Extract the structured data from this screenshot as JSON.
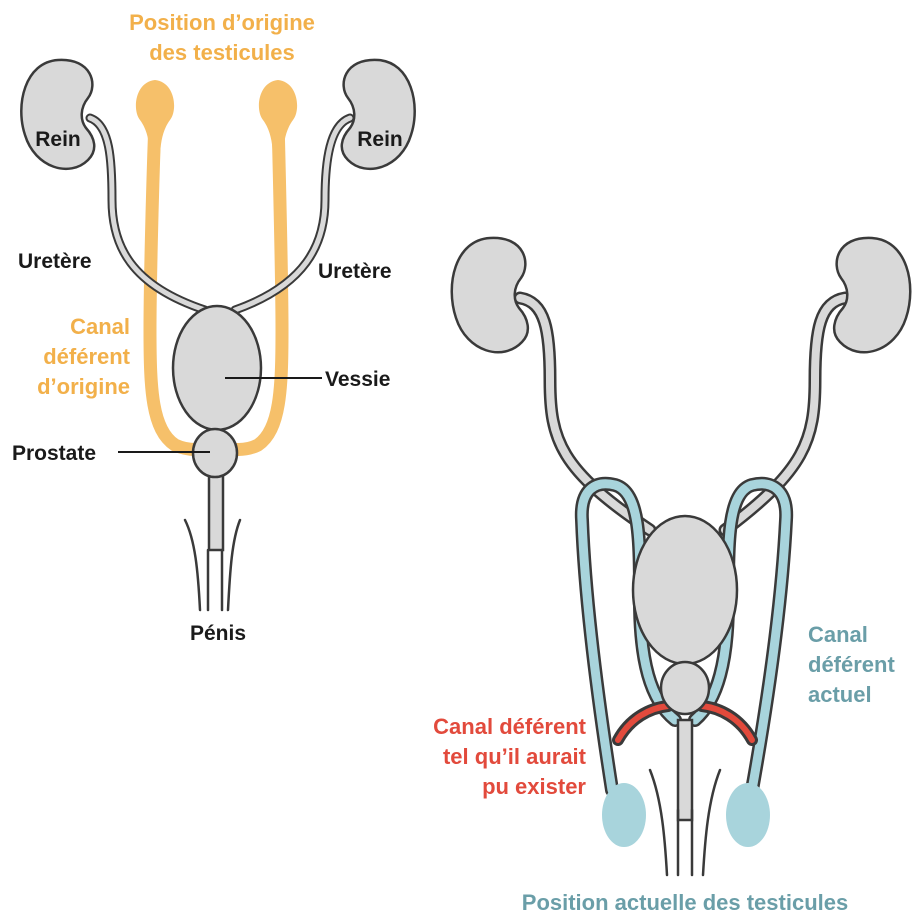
{
  "colors": {
    "organ_fill": "#d9d9d9",
    "organ_stroke": "#3a3a3a",
    "orange": "#f6c06a",
    "blue": "#a8d4dc",
    "red": "#e24a3c",
    "text_dark": "#1a1a1a"
  },
  "left_diagram": {
    "title_line1": "Position d’origine",
    "title_line2": "des testicules",
    "kidney_left": "Rein",
    "kidney_right": "Rein",
    "ureter_left": "Uretère",
    "ureter_right": "Uretère",
    "canal_line1": "Canal",
    "canal_line2": "déférent",
    "canal_line3": "d’origine",
    "bladder": "Vessie",
    "prostate": "Prostate",
    "penis": "Pénis"
  },
  "right_diagram": {
    "canal_actual_line1": "Canal",
    "canal_actual_line2": "déférent",
    "canal_actual_line3": "actuel",
    "canal_possible_line1": "Canal déférent",
    "canal_possible_line2": "tel qu’il aurait",
    "canal_possible_line3": "pu exister",
    "title": "Position actuelle des testicules"
  }
}
